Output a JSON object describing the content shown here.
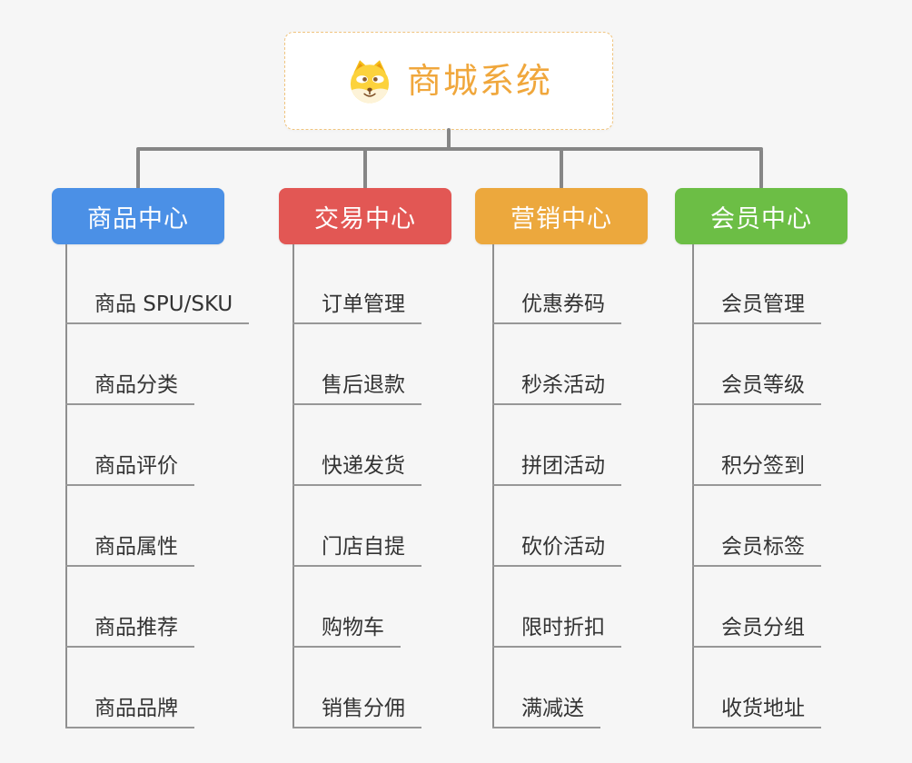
{
  "root": {
    "title": "商城系统",
    "icon": "doge-icon"
  },
  "branches": [
    {
      "label": "商品中心",
      "color": "#4b90e6",
      "items": [
        "商品 SPU/SKU",
        "商品分类",
        "商品评价",
        "商品属性",
        "商品推荐",
        "商品品牌"
      ]
    },
    {
      "label": "交易中心",
      "color": "#e25754",
      "items": [
        "订单管理",
        "售后退款",
        "快递发货",
        "门店自提",
        "购物车",
        "销售分佣"
      ]
    },
    {
      "label": "营销中心",
      "color": "#eca83d",
      "items": [
        "优惠券码",
        "秒杀活动",
        "拼团活动",
        "砍价活动",
        "限时折扣",
        "满减送"
      ]
    },
    {
      "label": "会员中心",
      "color": "#6cbe45",
      "items": [
        "会员管理",
        "会员等级",
        "积分签到",
        "会员标签",
        "会员分组",
        "收货地址"
      ]
    }
  ],
  "colors": {
    "background": "#f6f6f6",
    "root_title": "#f0a73c",
    "root_border": "#f0c47e",
    "connector": "#868686",
    "leaf_line": "#979797",
    "leaf_text": "#333333"
  }
}
